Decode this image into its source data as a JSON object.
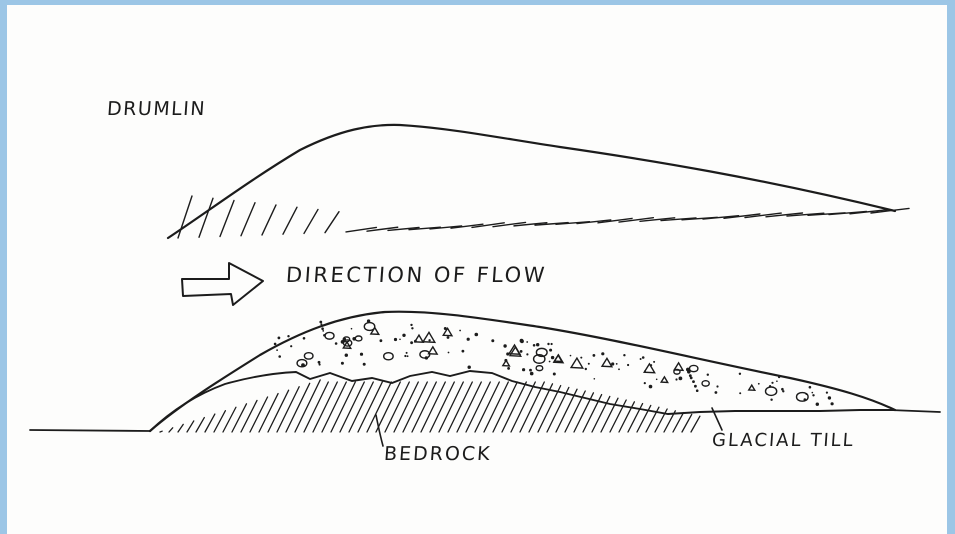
{
  "diagram": {
    "title": "DRUMLIN",
    "flow_label": "DIRECTION OF FLOW",
    "bedrock_label": "BEDROCK",
    "till_label": "GLACIAL TILL"
  },
  "colors": {
    "frame_border": "#9cc6e6",
    "ink": "#1c1c1c",
    "paper": "#fdfdfc"
  },
  "icons": {
    "flow_arrow": "right-arrow-icon"
  }
}
